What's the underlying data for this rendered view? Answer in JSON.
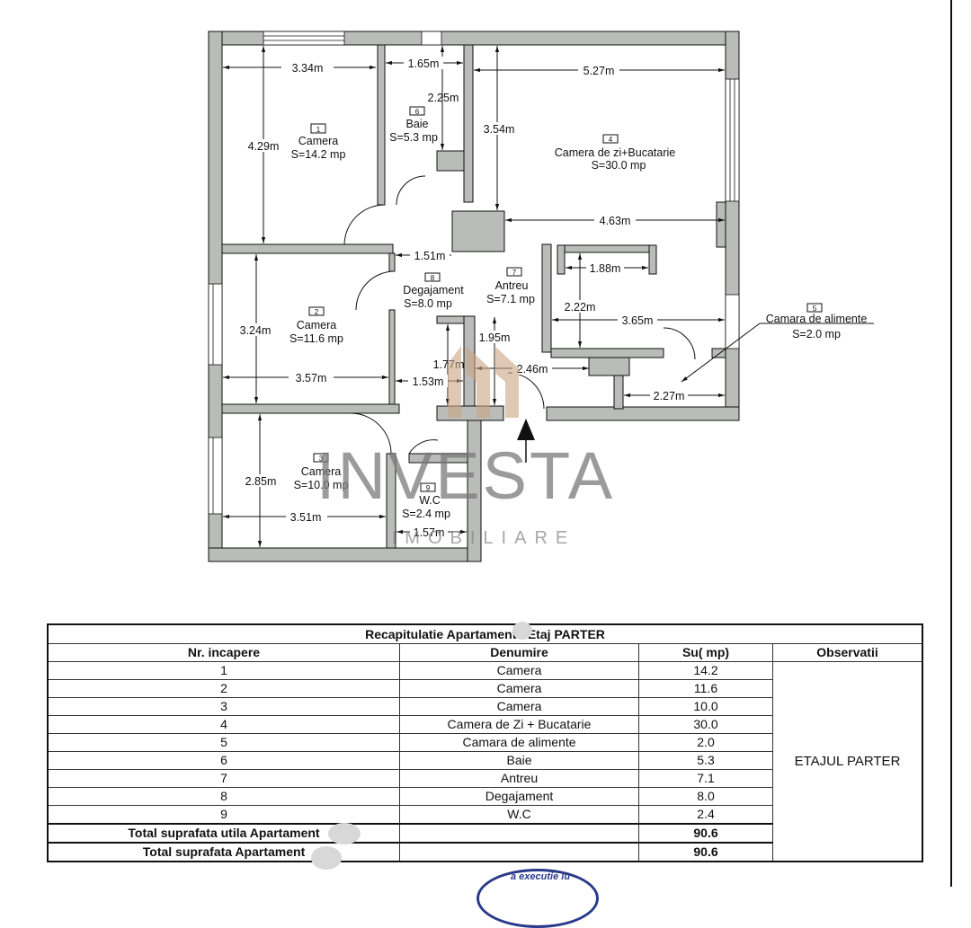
{
  "floor_plan": {
    "rooms": [
      {
        "id": "1",
        "name": "Camera",
        "area": "S=14.2 mp"
      },
      {
        "id": "2",
        "name": "Camera",
        "area": "S=11.6 mp"
      },
      {
        "id": "3",
        "name": "Camera",
        "area": "S=10.0 mp"
      },
      {
        "id": "4",
        "name": "Camera de zi+Bucatarie",
        "area": "S=30.0 mp"
      },
      {
        "id": "5",
        "name": "Camara de alimente",
        "area": "S=2.0 mp"
      },
      {
        "id": "6",
        "name": "Baie",
        "area": "S=5.3 mp"
      },
      {
        "id": "7",
        "name": "Antreu",
        "area": "S=7.1 mp"
      },
      {
        "id": "8",
        "name": "Degajament",
        "area": "S=8.0 mp"
      },
      {
        "id": "9",
        "name": "W.C",
        "area": "S=2.4 mp"
      }
    ],
    "dimensions": {
      "r1_width": "3.34m",
      "r1_height": "4.29m",
      "r6_width": "1.65m",
      "r6_height": "2.25m",
      "r4_width": "5.27m",
      "r4_height": "3.54m",
      "r4_width_lower": "4.63m",
      "degaj_top": "1.51m",
      "degaj_bottom": "1.53m",
      "degaj_height": "1.77m",
      "r2_height": "3.24m",
      "r2_width": "3.57m",
      "r3_height": "2.85m",
      "r3_width": "3.51m",
      "wc_width": "1.57m",
      "antreu_height": "1.95m",
      "antreu_width": "2.46m",
      "kitchen_width": "1.88m",
      "kitchen_height": "2.22m",
      "kitchen_span": "3.65m",
      "pantry_width": "2.27m"
    },
    "colors": {
      "wall": "#b9bcb8",
      "line": "#111111"
    }
  },
  "watermark": {
    "brand": "INVESTA",
    "subtitle": "IMOBILIARE"
  },
  "table": {
    "title": "Recapitulatie Apartament    - Etaj PARTER",
    "headers": [
      "Nr. incapere",
      "Denumire",
      "Su( mp)",
      "Observatii"
    ],
    "rows": [
      {
        "nr": "1",
        "name": "Camera",
        "su": "14.2"
      },
      {
        "nr": "2",
        "name": "Camera",
        "su": "11.6"
      },
      {
        "nr": "3",
        "name": "Camera",
        "su": "10.0"
      },
      {
        "nr": "4",
        "name": "Camera de Zi + Bucatarie",
        "su": "30.0"
      },
      {
        "nr": "5",
        "name": "Camara de alimente",
        "su": "2.0"
      },
      {
        "nr": "6",
        "name": "Baie",
        "su": "5.3"
      },
      {
        "nr": "7",
        "name": "Antreu",
        "su": "7.1"
      },
      {
        "nr": "8",
        "name": "Degajament",
        "su": "8.0"
      },
      {
        "nr": "9",
        "name": "W.C",
        "su": "2.4"
      }
    ],
    "observatii": "ETAJUL PARTER",
    "totals": [
      {
        "label": "Total suprafata utila Apartament",
        "value": "90.6"
      },
      {
        "label": "Total suprafata  Apartament",
        "value": "90.6"
      }
    ]
  },
  "stamp": {
    "text": "a executie lu"
  }
}
